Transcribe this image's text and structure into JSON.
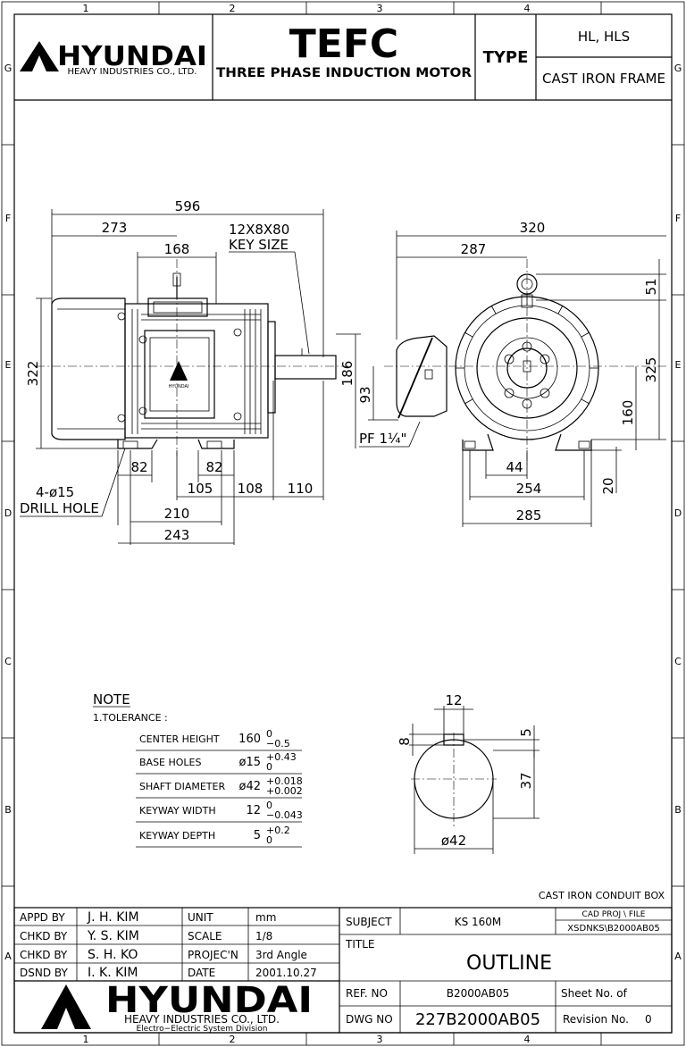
{
  "border": {
    "columns": [
      "1",
      "2",
      "3",
      "4"
    ],
    "rows": [
      "G",
      "F",
      "E",
      "D",
      "C",
      "B",
      "A"
    ]
  },
  "header": {
    "company_logo": "HYUNDAI",
    "company_name": "HEAVY INDUSTRIES CO., LTD.",
    "product_code": "TEFC",
    "product_name": "THREE PHASE INDUCTION MOTOR",
    "type_label": "TYPE",
    "type_value": "HL, HLS",
    "frame_value": "CAST IRON FRAME"
  },
  "front_view": {
    "overall_length": "596",
    "to_center": "273",
    "terminal_box": "168",
    "key_size_1": "12X8X80",
    "key_size_2": "KEY SIZE",
    "height": "322",
    "shaft_center": "186",
    "foot_left": "82",
    "foot_right": "82",
    "d105": "105",
    "d108": "108",
    "d110": "110",
    "d210": "210",
    "d243": "243",
    "holes_1": "4-ø15",
    "holes_2": "DRILL HOLE"
  },
  "side_view": {
    "width_320": "320",
    "width_287": "287",
    "d51": "51",
    "d325": "325",
    "d160": "160",
    "d93": "93",
    "d20": "20",
    "d44": "44",
    "d254": "254",
    "d285": "285",
    "conduit": "PF 1¼\""
  },
  "notes": {
    "title": "NOTE",
    "subtitle": "1.TOLERANCE :",
    "rows": [
      {
        "label": "CENTER HEIGHT",
        "nominal": "160",
        "upper": "0",
        "lower": "−0.5"
      },
      {
        "label": "BASE HOLES",
        "nominal": "ø15",
        "upper": "+0.43",
        "lower": "0"
      },
      {
        "label": "SHAFT DIAMETER",
        "nominal": "ø42",
        "upper": "+0.018",
        "lower": "+0.002"
      },
      {
        "label": "KEYWAY WIDTH",
        "nominal": "12",
        "upper": "0",
        "lower": "−0.043"
      },
      {
        "label": "KEYWAY DEPTH",
        "nominal": "5",
        "upper": "+0.2",
        "lower": "0"
      }
    ]
  },
  "shaft_detail": {
    "d12": "12",
    "d8": "8",
    "d5": "5",
    "d37": "37",
    "d42": "ø42"
  },
  "title_block": {
    "top_note": "CAST IRON CONDUIT BOX",
    "appd_label": "APPD  BY",
    "appd_value": "J. H. KIM",
    "chkd1_label": "CHKD  BY",
    "chkd1_value": "Y. S. KIM",
    "chkd2_label": "CHKD  BY",
    "chkd2_value": "S. H. KO",
    "dsnd_label": "DSND  BY",
    "dsnd_value": "I. K. KIM",
    "unit_label": "UNIT",
    "unit_value": "mm",
    "scale_label": "SCALE",
    "scale_value": "1/8",
    "proj_label": "PROJEC'N",
    "proj_value": "3rd Angle",
    "date_label": "DATE",
    "date_value": "2001.10.27",
    "subject_label": "SUBJECT",
    "subject_value": "KS 160M",
    "cad_proj_label": "CAD  PROJ    \\  FILE",
    "cad_proj_value": "XSDNKS\\B2000AB05",
    "title_label": "TITLE",
    "title_value": "OUTLINE",
    "ref_label": "REF. NO",
    "ref_value": "B2000AB05",
    "sheet_label": "Sheet No.     of",
    "dwg_label": "DWG  NO",
    "dwg_value": "227B2000AB05",
    "rev_label": "Revision No.",
    "rev_value": "0",
    "logo_big": "HYUNDAI",
    "company_line1": "HEAVY  INDUSTRIES  CO.,  LTD.",
    "company_line2": "Electro−Electric  System  Division"
  }
}
